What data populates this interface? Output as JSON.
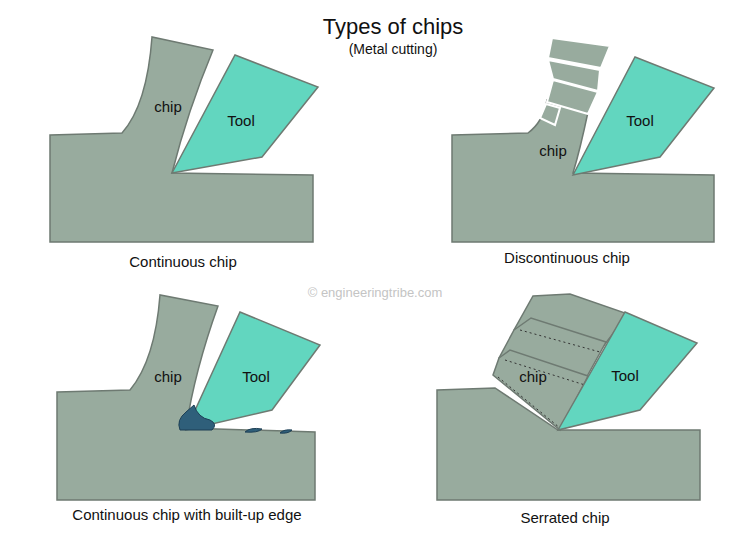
{
  "diagram": {
    "title": "Types of chips",
    "nodes": [
      {
        "text": [
          "chip"
        ]
      },
      {
        "text": [
          "Tool"
        ]
      },
      {
        "text": [
          "chip"
        ]
      },
      {
        "text": [
          "Tool"
        ]
      },
      {
        "text": [
          "chip"
        ]
      },
      {
        "text": [
          "Tool"
        ]
      },
      {
        "text": [
          "chip"
        ]
      },
      {
        "text": [
          "Tool"
        ]
      }
    ],
    "labels": [
      "(Metal cutting)",
      "Continuous chip",
      "Discontinuous chip",
      "© engineeringtribe.com",
      "Continuous chip with built-up edge",
      "Serrated chip"
    ]
  }
}
